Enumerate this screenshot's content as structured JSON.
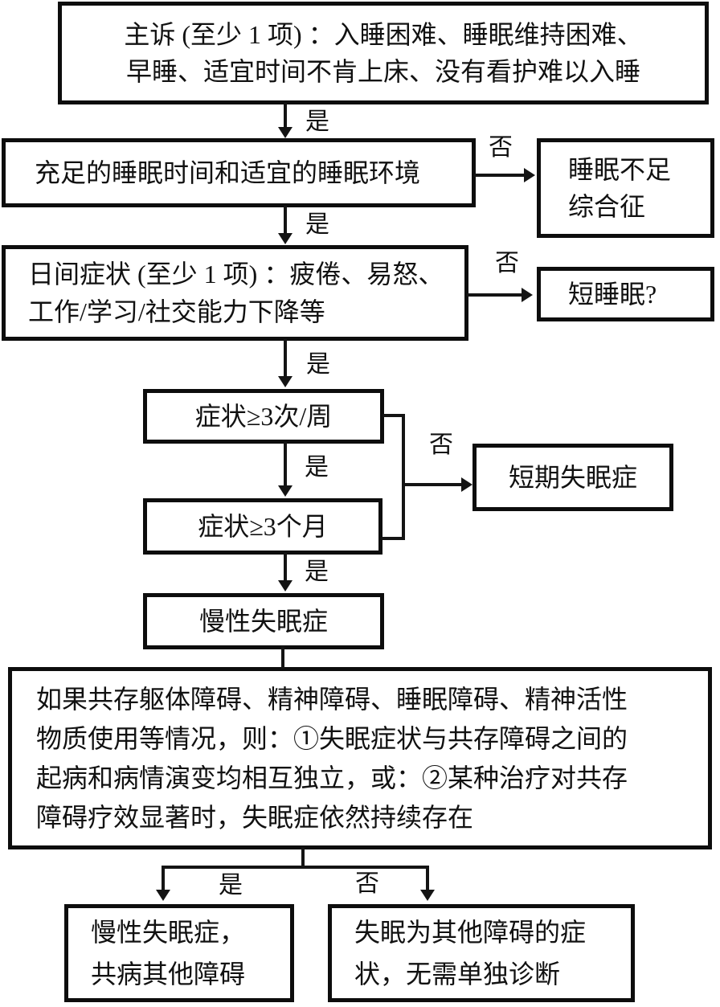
{
  "labels": {
    "yes": "是",
    "no": "否"
  },
  "nodes": {
    "complaint": "主诉 (至少 1 项) ：入睡困难、睡眠维持困难、\n早睡、适宜时间不肯上床、没有看护难以入睡",
    "sleep_env": "充足的睡眠时间和适宜的睡眠环境",
    "insufficient_sleep": "睡眠不足\n综合征",
    "daytime": "日间症状 (至少 1 项) ：疲倦、易怒、\n工作/学习/社交能力下降等",
    "short_sleeper": "短睡眠?",
    "freq": "症状≥3次/周",
    "short_term": "短期失眠症",
    "duration": "症状≥3个月",
    "chronic": "慢性失眠症",
    "comorbid": "如果共存躯体障碍、精神障碍、睡眠障碍、精神活性\n物质使用等情况，则：①失眠症状与共存障碍之间的\n起病和病情演变均相互独立，或：②某种治疗对共存\n障碍疗效显著时，失眠症依然持续存在",
    "chronic_comorbid": "慢性失眠症，\n共病其他障碍",
    "symptom_of_other": "失眠为其他障碍的症\n状，无需单独诊断"
  },
  "colors": {
    "line": "#141414",
    "border": "#0d0d0d",
    "background": "#ffffff",
    "text": "#111111"
  }
}
